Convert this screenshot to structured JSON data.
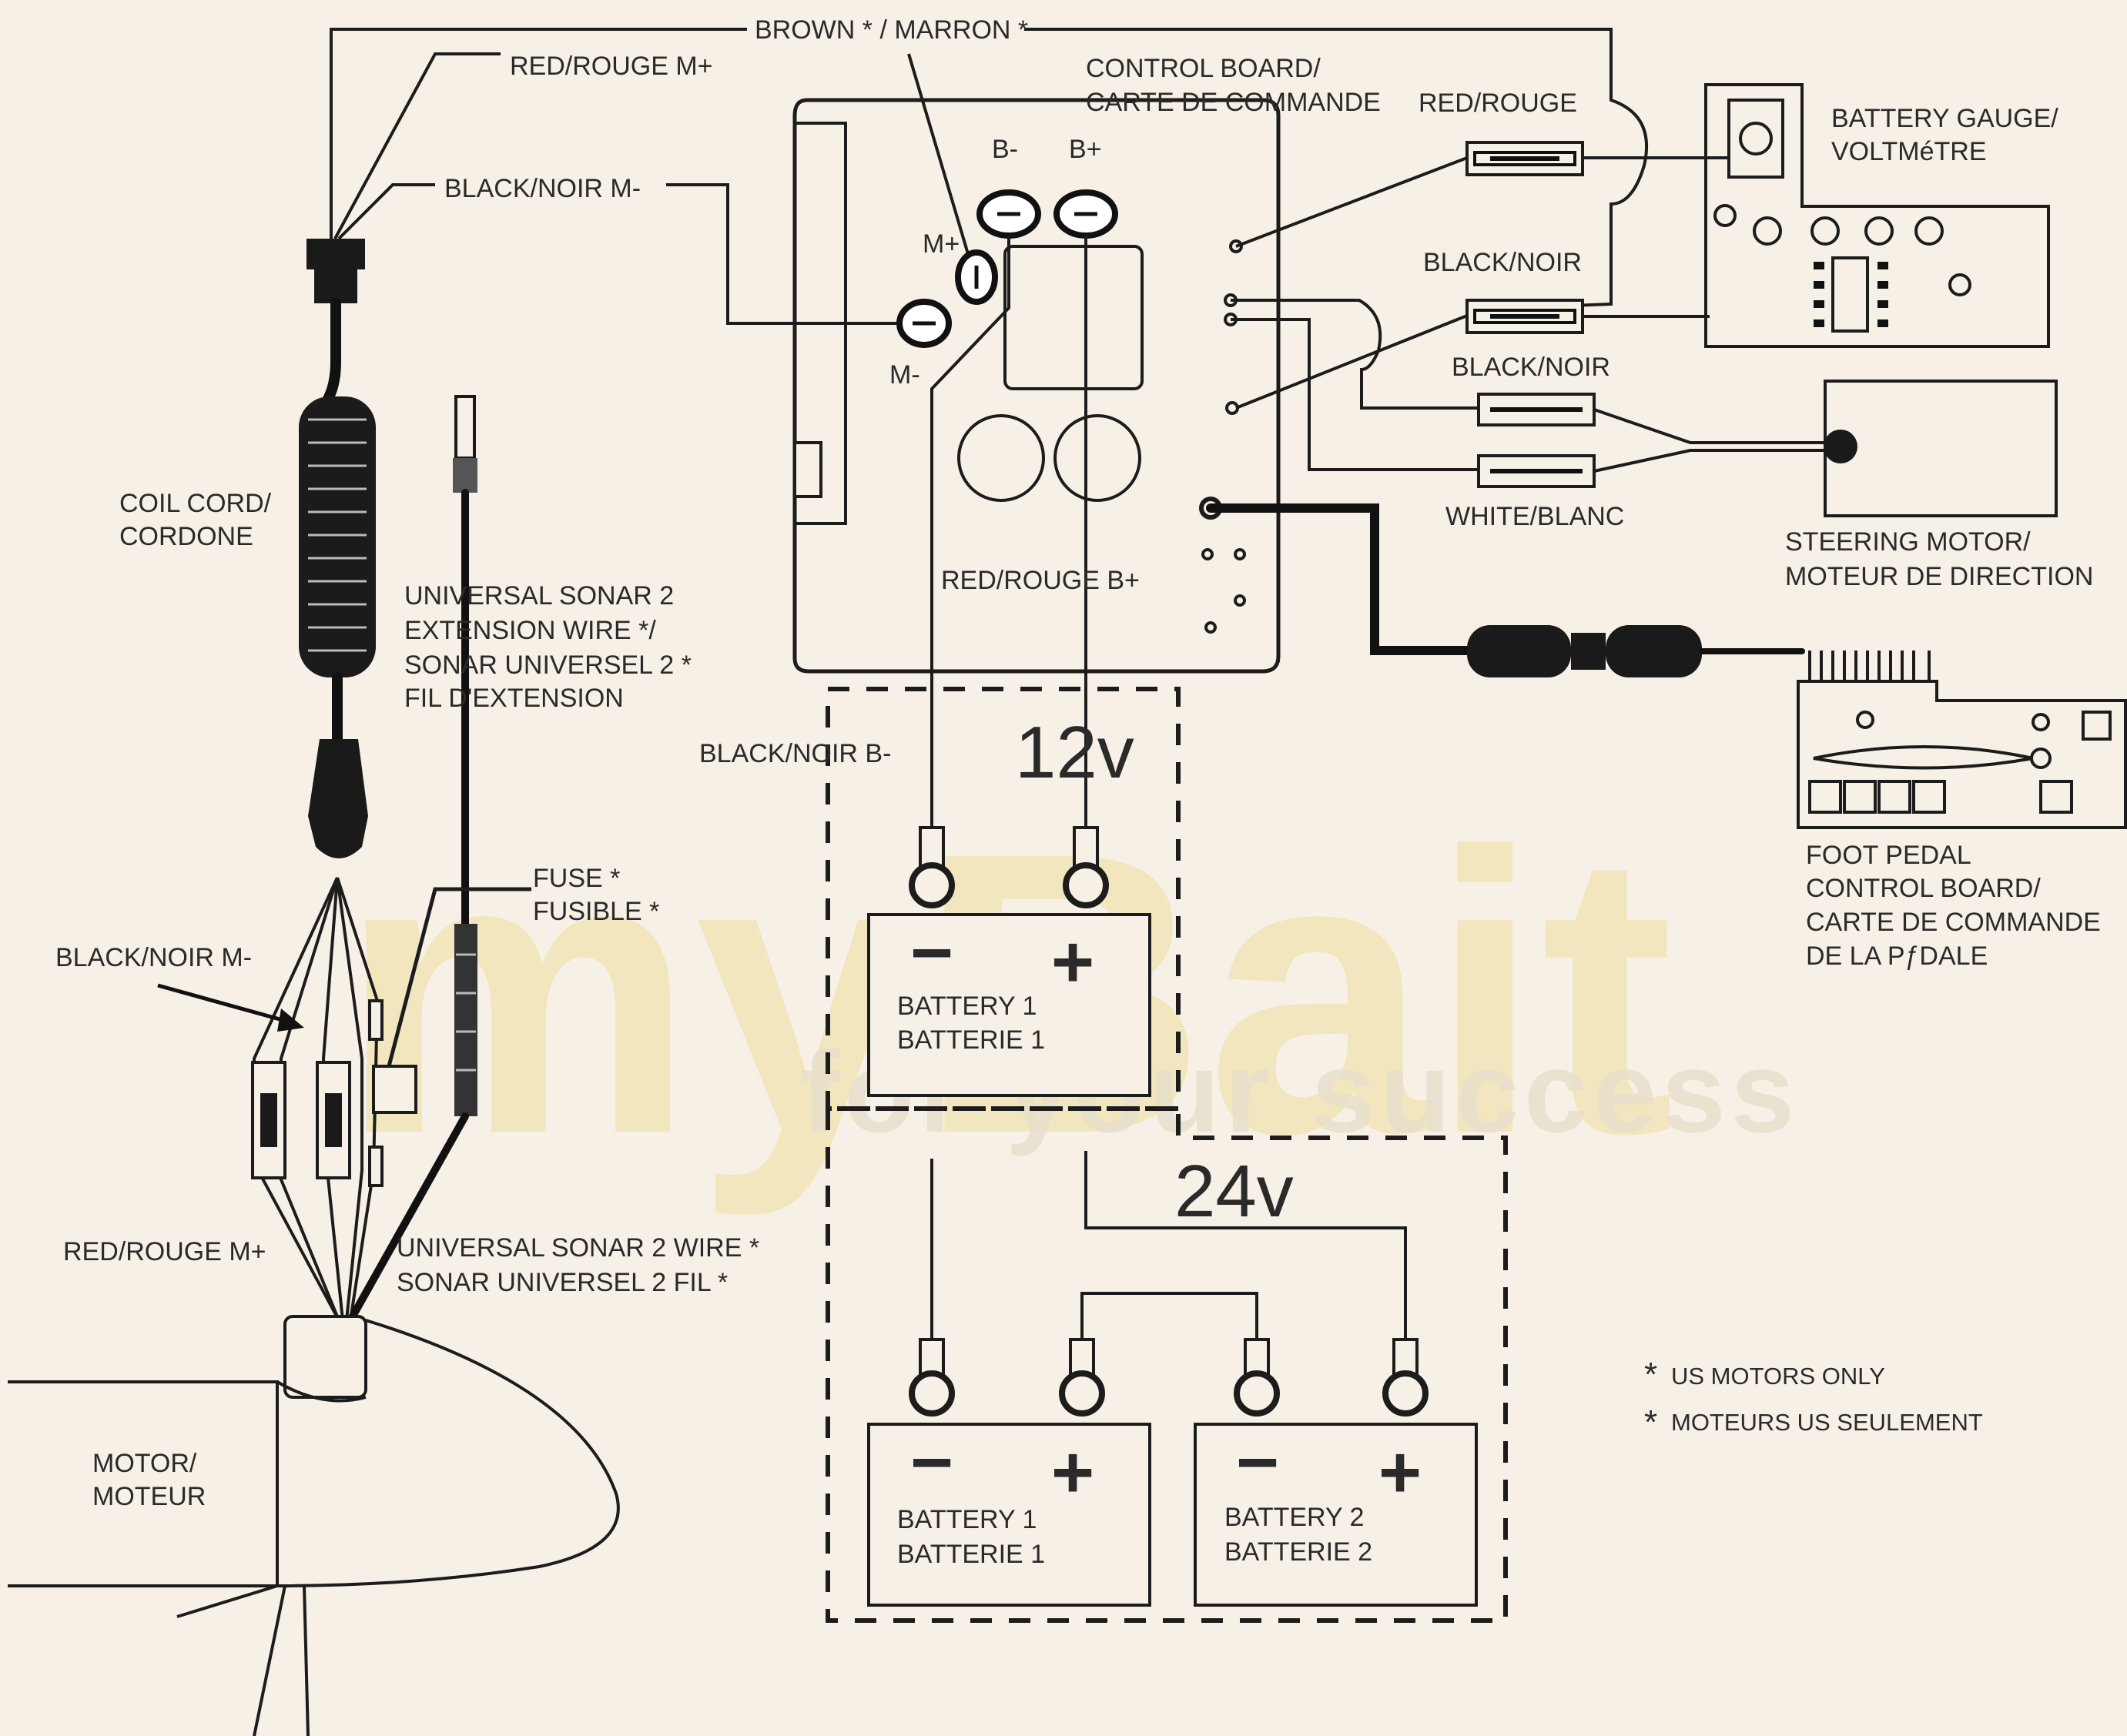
{
  "watermark": {
    "brand": "myBait",
    "tagline": "for your success"
  },
  "labels": {
    "brown_marron": "BROWN * / MARRON *",
    "red_rouge_m_plus_top": "RED/ROUGE M+",
    "black_noir_m_minus_top": "BLACK/NOIR M-",
    "control_board_1": "CONTROL BOARD/",
    "control_board_2": "CARTE DE COMMANDE",
    "red_rouge_gauge": "RED/ROUGE",
    "battery_gauge_1": "BATTERY GAUGE/",
    "battery_gauge_2": "VOLTMéTRE",
    "black_noir_gauge": "BLACK/NOIR",
    "black_noir_steer": "BLACK/NOIR",
    "white_blanc": "WHITE/BLANC",
    "steering_motor_1": "STEERING MOTOR/",
    "steering_motor_2": "MOTEUR DE DIRECTION",
    "b_minus": "B-",
    "b_plus": "B+",
    "m_plus": "M+",
    "m_minus": "M-",
    "coil_cord_1": "COIL CORD/",
    "coil_cord_2": "CORDONE",
    "sonar_ext_1": "UNIVERSAL SONAR 2",
    "sonar_ext_2": "EXTENSION WIRE */",
    "sonar_ext_3": "SONAR UNIVERSEL 2 *",
    "sonar_ext_4": "FIL D'EXTENSION",
    "red_rouge_b_plus": "RED/ROUGE B+",
    "black_noir_b_minus": "BLACK/NOIR B-",
    "v12": "12v",
    "v24": "24v",
    "fuse_1": "FUSE *",
    "fuse_2": "FUSIBLE *",
    "black_noir_m_minus_left": "BLACK/NOIR M-",
    "red_rouge_m_plus_left": "RED/ROUGE M+",
    "sonar_wire_1": "UNIVERSAL SONAR 2 WIRE *",
    "sonar_wire_2": "SONAR UNIVERSEL 2 FIL *",
    "motor_1": "MOTOR/",
    "motor_2": "MOTEUR",
    "battery1_12_1": "BATTERY 1",
    "battery1_12_2": "BATTERIE 1",
    "battery1_24_1": "BATTERY 1",
    "battery1_24_2": "BATTERIE 1",
    "battery2_24_1": "BATTERY 2",
    "battery2_24_2": "BATTERIE 2",
    "foot_pedal_1": "FOOT PEDAL",
    "foot_pedal_2": "CONTROL BOARD/",
    "foot_pedal_3": "CARTE DE COMMANDE",
    "foot_pedal_4": "DE LA PƒDALE",
    "us_only_1": "US MOTORS ONLY",
    "us_only_2": "MOTEURS US SEULEMENT",
    "asterisk": "*",
    "minus_sign": "−",
    "plus_sign": "+"
  }
}
